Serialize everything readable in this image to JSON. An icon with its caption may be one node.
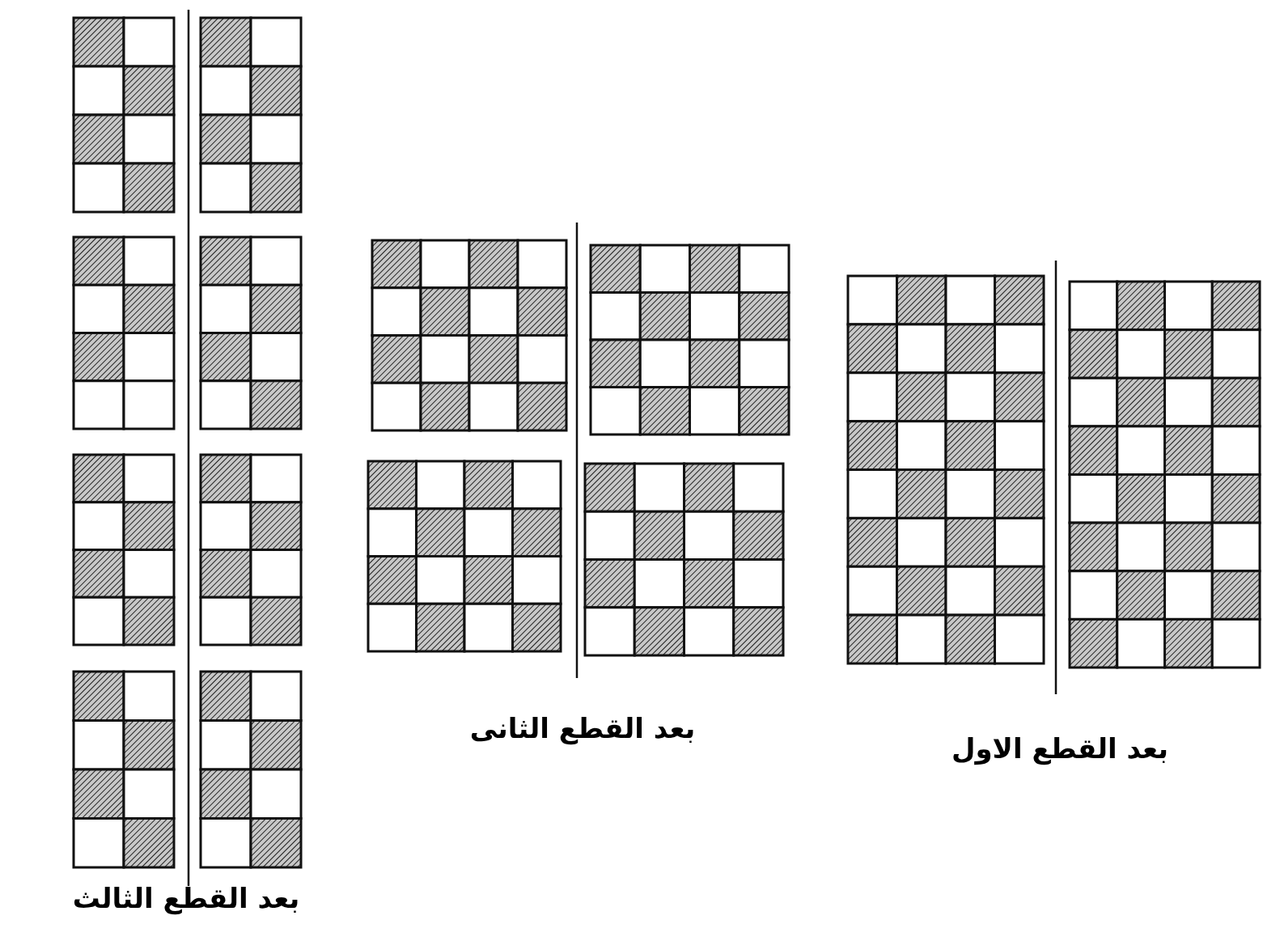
{
  "diagram": {
    "labels": [
      "بعد القطع الاول",
      "بعد القطع الثانى",
      "بعد القطع الثالث"
    ]
  }
}
